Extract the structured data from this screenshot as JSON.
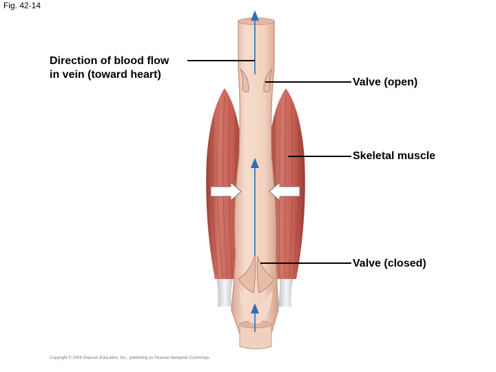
{
  "figure_label": "Fig. 42-14",
  "labels": {
    "direction": "Direction of blood flow\nin vein (toward heart)",
    "valve_open": "Valve (open)",
    "skeletal_muscle": "Skeletal muscle",
    "valve_closed": "Valve (closed)"
  },
  "copyright": "Copyright © 2008 Pearson Education, Inc., publishing as Pearson Benjamin Cummings.",
  "colors": {
    "muscle": "#c8655a",
    "muscle_dark": "#a9463d",
    "vein": "#ecc8b3",
    "vein_outline": "#c79a86",
    "arrow_blue": "#2b6fb5",
    "tendon": "#d9dde0"
  }
}
